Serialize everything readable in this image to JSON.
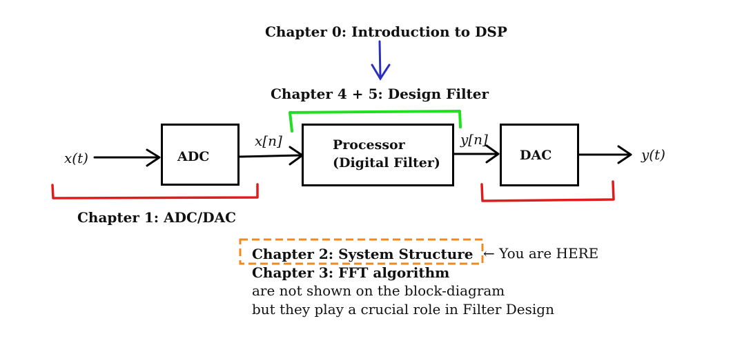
{
  "chapters": {
    "ch0": "Chapter 0: Introduction to DSP",
    "ch45": "Chapter 4 + 5: Design Filter",
    "ch1": "Chapter 1: ADC/DAC",
    "ch2": "Chapter 2: System Structure",
    "ch3": "Chapter 3: FFT algorithm"
  },
  "you_are_here": "← You are HERE",
  "notes": {
    "line1": "are not shown on the block-diagram",
    "line2": "but they play a crucial role in Filter Design"
  },
  "signals": {
    "input": "x(t)",
    "sampled": "x[n]",
    "processed": "y[n]",
    "output": "y(t)"
  },
  "blocks": {
    "adc": "ADC",
    "processor_line1": "Processor",
    "processor_line2": "(Digital Filter)",
    "dac": "DAC"
  },
  "colors": {
    "intro_arrow": "#2b2fbf",
    "filter_bracket": "#1fe01f",
    "adc_dac_bracket": "#e01b1b",
    "current_box": "#f08a1c"
  }
}
